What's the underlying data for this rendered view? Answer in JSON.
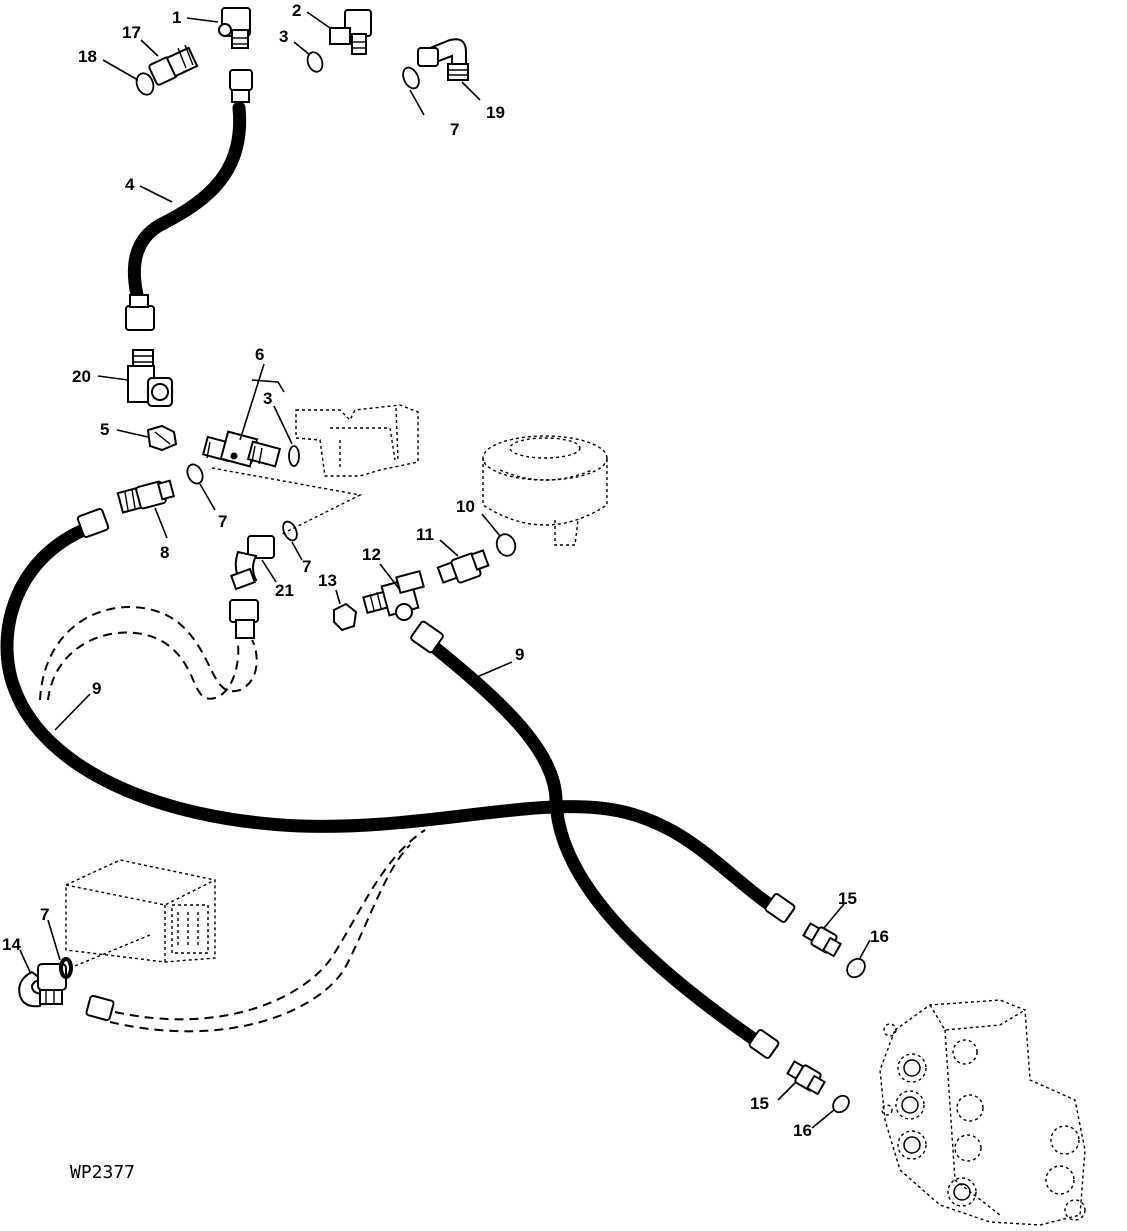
{
  "diagram": {
    "figure_code": "WP2377",
    "callouts": {
      "c1": "1",
      "c2": "2",
      "c3a": "3",
      "c3b": "3",
      "c4": "4",
      "c5": "5",
      "c6": "6",
      "c7a": "7",
      "c7b": "7",
      "c7c": "7",
      "c7d": "7",
      "c8": "8",
      "c9a": "9",
      "c9b": "9",
      "c10": "10",
      "c11": "11",
      "c12": "12",
      "c13": "13",
      "c14": "14",
      "c15a": "15",
      "c15b": "15",
      "c16a": "16",
      "c16b": "16",
      "c17": "17",
      "c18": "18",
      "c19": "19",
      "c20": "20",
      "c21": "21"
    }
  }
}
